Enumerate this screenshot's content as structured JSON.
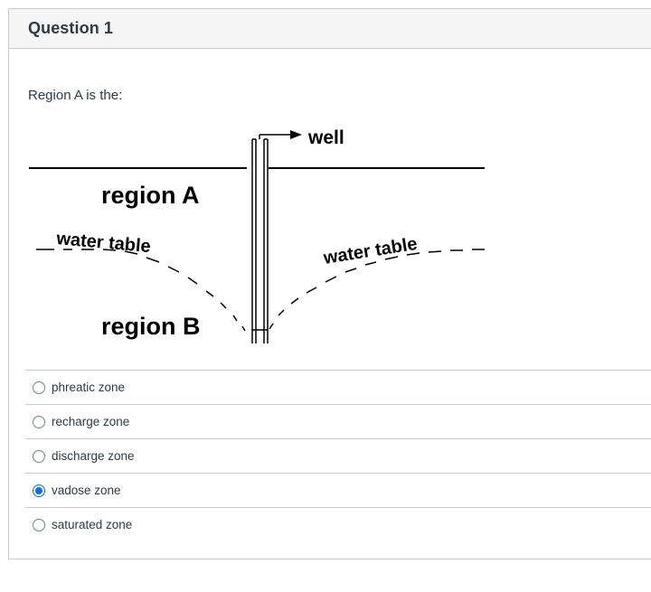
{
  "question": {
    "title": "Question 1",
    "prompt": "Region A is the:"
  },
  "diagram": {
    "well_label": "well",
    "region_a_label": "region A",
    "region_b_label": "region B",
    "water_table_left_label": "water table",
    "water_table_right_label": "water table"
  },
  "answers": [
    {
      "label": "phreatic zone",
      "selected": false
    },
    {
      "label": "recharge zone",
      "selected": false
    },
    {
      "label": "discharge zone",
      "selected": false
    },
    {
      "label": "vadose zone",
      "selected": true
    },
    {
      "label": "saturated zone",
      "selected": false
    }
  ],
  "colors": {
    "selected_radio": "#0a6fe8",
    "border": "#c7cdd1",
    "header_bg": "#f5f5f5"
  }
}
